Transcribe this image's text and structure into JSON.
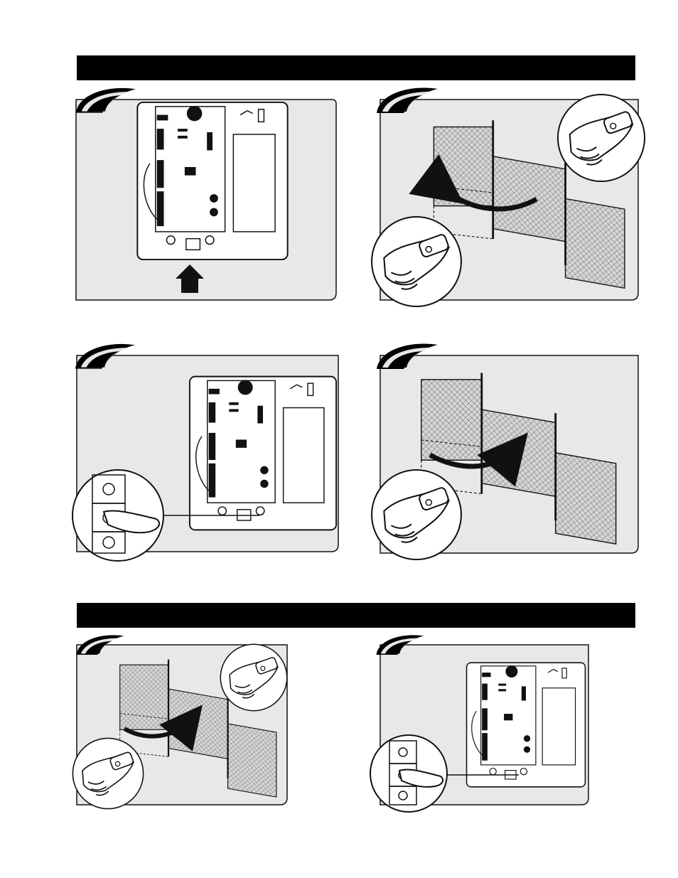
{
  "sections": [
    {
      "id": "section-1",
      "title": ""
    },
    {
      "id": "section-2",
      "title": ""
    }
  ],
  "panels": [
    {
      "id": "step-1",
      "depicts": "control-board-bottom-arrow"
    },
    {
      "id": "step-2",
      "depicts": "gate-closing-remote"
    },
    {
      "id": "step-3",
      "depicts": "control-board-button-press"
    },
    {
      "id": "step-4",
      "depicts": "gate-opening-remote"
    },
    {
      "id": "step-5",
      "depicts": "gate-closing-remote"
    },
    {
      "id": "step-6",
      "depicts": "control-board-button-press"
    }
  ],
  "colors": {
    "panel_fill": "#e8e8e8",
    "line": "#111111",
    "bar": "#000000",
    "tab": "#000000"
  }
}
